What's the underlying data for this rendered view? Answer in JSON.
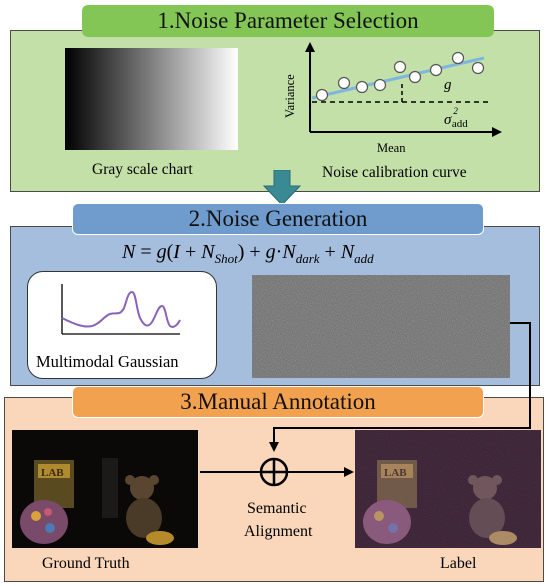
{
  "sections": {
    "s1": {
      "title": "1.Noise Parameter Selection",
      "color": "#83c656",
      "panel_color": "#c3e0a8"
    },
    "s2": {
      "title": "2.Noise Generation",
      "color": "#6f9bcd",
      "panel_color": "#a6bede"
    },
    "s3": {
      "title": "3.Manual Annotation",
      "color": "#f2a14e",
      "panel_color": "#fad7bb"
    }
  },
  "gray_chart": {
    "caption": "Gray scale chart"
  },
  "calibration": {
    "caption": "Noise calibration curve",
    "xlabel": "Mean",
    "ylabel": "Variance",
    "g_label": "g",
    "sigma_label": "σ",
    "sigma_sup": "2",
    "sigma_sub": "add"
  },
  "formula": {
    "N": "N",
    "eq": " = ",
    "g1": "g",
    "open": "(",
    "I": "I",
    "plus1": " + ",
    "Nshot": "N",
    "shot_sub": "Shot",
    "close_plus": ") + ",
    "g2": "g",
    "dot": "·",
    "Ndark": "N",
    "dark_sub": "dark",
    "plus2": " + ",
    "Nadd": "N",
    "add_sub": "add"
  },
  "gaussian": {
    "caption": "Multimodal Gaussian"
  },
  "annotation": {
    "ground_truth": "Ground Truth",
    "label": "Label",
    "semantic": "Semantic",
    "alignment": "Alignment"
  },
  "photo": {
    "sign": "LAB"
  },
  "colors": {
    "arrow_down": "#3a8a93",
    "curve": "#8a63b8",
    "fit_line": "#7fb6e0"
  }
}
